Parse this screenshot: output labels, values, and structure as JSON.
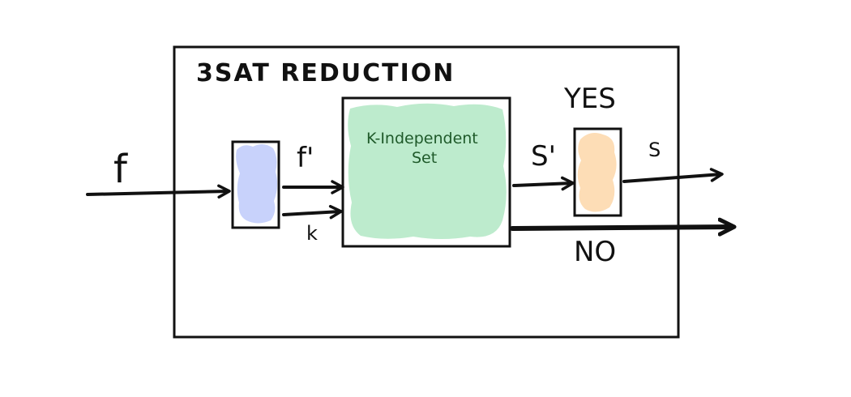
{
  "title": "3SAT REDUCTION",
  "labels": {
    "input": "f",
    "transformed": "f'",
    "k": "k",
    "solver_line1": "K-Independent",
    "solver_line2": "Set",
    "solver_output": "S'",
    "yes": "YES",
    "final_output": "S",
    "no": "NO"
  },
  "colors": {
    "transform_fill": "#c8d2fb",
    "solver_fill": "#bdebcd",
    "post_fill": "#fdddb6",
    "stroke": "#111111"
  }
}
